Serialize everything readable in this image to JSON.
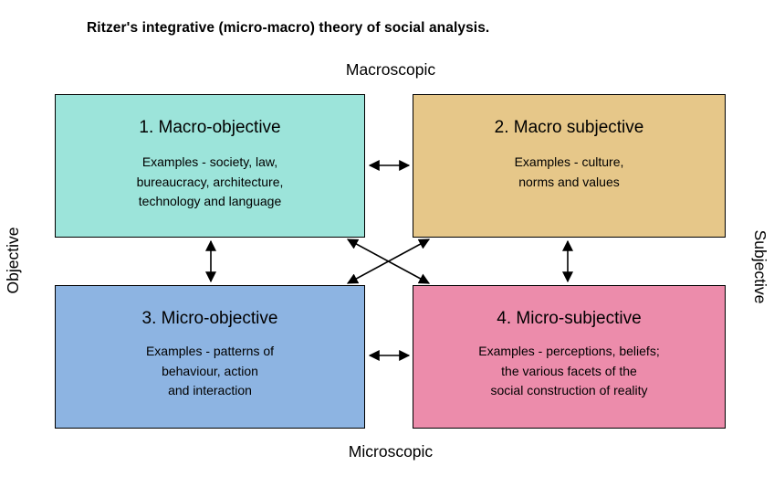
{
  "title": "Ritzer's integrative (micro-macro) theory of social analysis.",
  "axis_labels": {
    "top": "Macroscopic",
    "bottom": "Microscopic",
    "left": "Objective",
    "right": "Subjective"
  },
  "quadrants": [
    {
      "id": "macro-objective",
      "heading": "1. Macro-objective",
      "body": "Examples - society, law,\nbureaucracy, architecture,\ntechnology and language",
      "color": "#9ce4da"
    },
    {
      "id": "macro-subjective",
      "heading": "2. Macro subjective",
      "body": "Examples - culture,\nnorms and values",
      "color": "#e6c789"
    },
    {
      "id": "micro-objective",
      "heading": "3. Micro-objective",
      "body": "Examples - patterns of\nbehaviour, action\nand interaction",
      "color": "#8db4e2"
    },
    {
      "id": "micro-subjective",
      "heading": "4. Micro-subjective",
      "body": "Examples - perceptions, beliefs;\nthe various facets of the\nsocial construction of reality",
      "color": "#ec8cab"
    }
  ],
  "connections": [
    {
      "from": "macro-objective",
      "to": "macro-subjective",
      "bidirectional": true
    },
    {
      "from": "micro-objective",
      "to": "micro-subjective",
      "bidirectional": true
    },
    {
      "from": "macro-objective",
      "to": "micro-objective",
      "bidirectional": true
    },
    {
      "from": "macro-subjective",
      "to": "micro-subjective",
      "bidirectional": true
    },
    {
      "from": "macro-objective",
      "to": "micro-subjective",
      "bidirectional": true
    },
    {
      "from": "micro-objective",
      "to": "macro-subjective",
      "bidirectional": true
    }
  ]
}
